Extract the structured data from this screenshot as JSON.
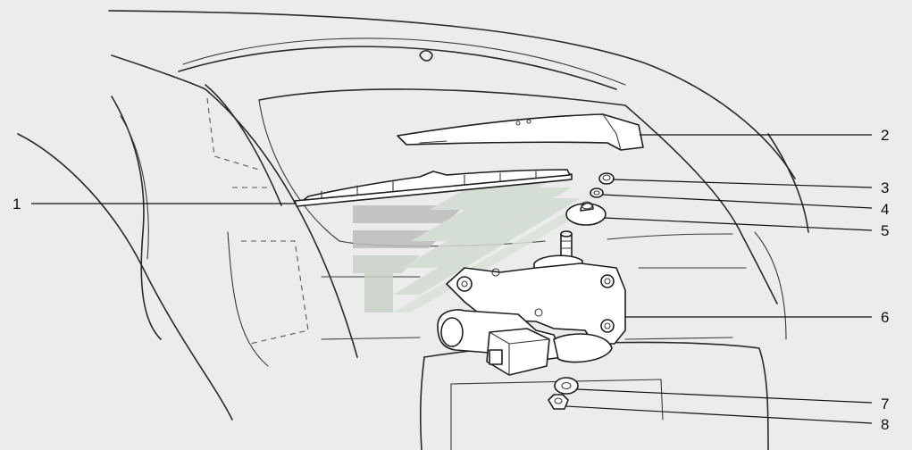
{
  "diagram": {
    "callouts": [
      {
        "id": "1",
        "label": "1",
        "part": "wiper-blade"
      },
      {
        "id": "2",
        "label": "2",
        "part": "wiper-arm"
      },
      {
        "id": "3",
        "label": "3",
        "part": "nut"
      },
      {
        "id": "4",
        "label": "4",
        "part": "washer"
      },
      {
        "id": "5",
        "label": "5",
        "part": "seal-cap"
      },
      {
        "id": "6",
        "label": "6",
        "part": "wiper-motor-with-bracket"
      },
      {
        "id": "7",
        "label": "7",
        "part": "washer"
      },
      {
        "id": "8",
        "label": "8",
        "part": "nut"
      }
    ],
    "colors": {
      "background": "#ececec",
      "line": "#1e1e1e",
      "watermark_dark": "#bdbdbd",
      "watermark_light": "#d2dcd2"
    }
  }
}
